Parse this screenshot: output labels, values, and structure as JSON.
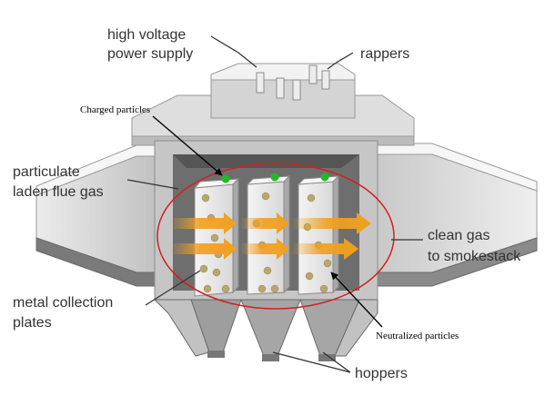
{
  "labels": {
    "power_supply_line1": "high voltage",
    "power_supply_line2": "power supply",
    "rappers": "rappers",
    "flue_gas_line1": "particulate",
    "flue_gas_line2": "laden flue gas",
    "clean_gas_line1": "clean gas",
    "clean_gas_line2": "to smokestack",
    "plates_line1": "metal collection",
    "plates_line2": "plates",
    "hoppers": "hoppers"
  },
  "annotations": {
    "charged": "Charged particles",
    "neutralized": "Neutralized particles"
  },
  "colors": {
    "housing_light": "#eeeeee",
    "housing_mid": "#c8c8c8",
    "housing_dark": "#8c8c8c",
    "housing_shadow": "#5a5a5a",
    "plate": "#e4e4e4",
    "particle": "#b8a66e",
    "charged_dot": "#22bb22",
    "gas_arrow": "#f0a020",
    "highlight_ellipse": "#d42020",
    "text": "#333333"
  }
}
